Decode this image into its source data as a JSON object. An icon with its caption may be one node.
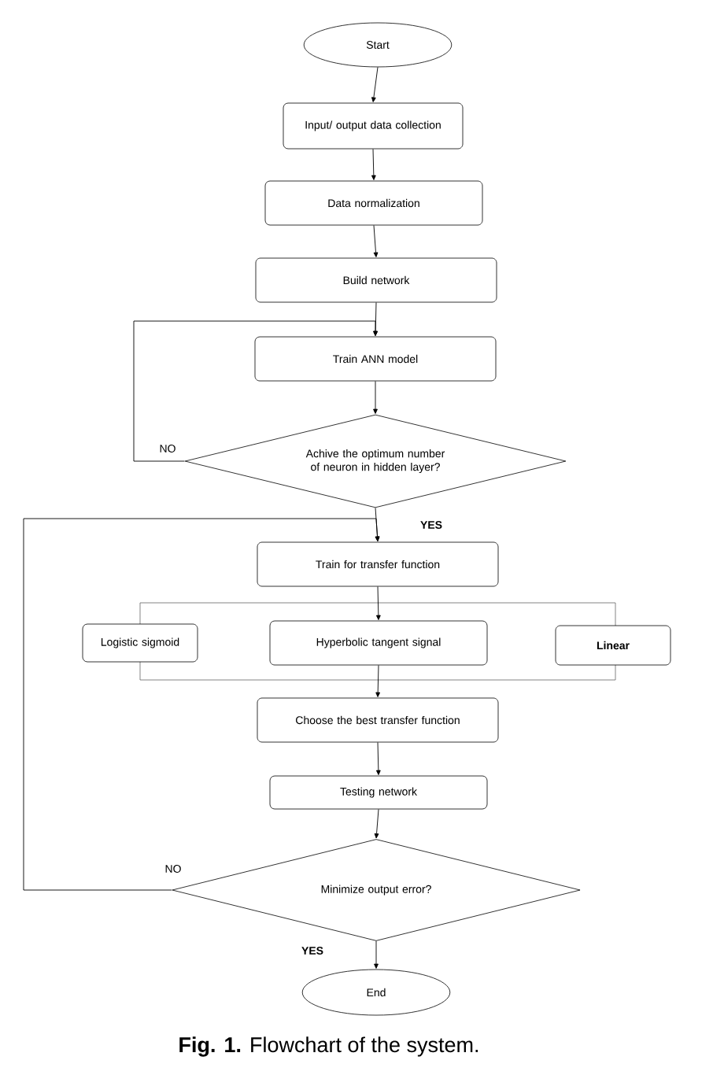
{
  "diagram": {
    "caption": "**Fig. 1.** Flowchart of the system.",
    "nodes": [
      {
        "text": [
          "Start"
        ]
      },
      {
        "text": [
          "Input/ output data collection"
        ]
      },
      {
        "text": [
          "Data normalization"
        ]
      },
      {
        "text": [
          "Build network"
        ]
      },
      {
        "text": [
          "Train ANN model"
        ]
      },
      {
        "text": [
          "Achive the optimum number of neuron in hidden layer?"
        ]
      },
      {
        "text": [
          "Train for transfer function"
        ]
      },
      {
        "text": [
          "Logistic sigmoid"
        ]
      },
      {
        "text": [
          "Hyperbolic tangent signal"
        ]
      },
      {
        "text": [
          "Linear"
        ]
      },
      {
        "text": [
          "Choose the best transfer function"
        ]
      },
      {
        "text": [
          "Testing network"
        ]
      },
      {
        "text": [
          "Minimize output error?"
        ]
      },
      {
        "text": [
          "End"
        ]
      }
    ],
    "edges": [
      {
        "from": 0,
        "to": 1,
        "arrow": "to"
      },
      {
        "from": 1,
        "to": 2,
        "arrow": "to"
      },
      {
        "from": 2,
        "to": 3,
        "arrow": "to"
      },
      {
        "from": 3,
        "to": 4,
        "arrow": "to"
      },
      {
        "from": 4,
        "to": 5,
        "arrow": "to"
      },
      {
        "from": 5,
        "to": 4,
        "arrow": "to",
        "label": "NO"
      },
      {
        "from": 5,
        "to": 6,
        "arrow": "to",
        "label": "YES"
      },
      {
        "from": 6,
        "to": 8,
        "arrow": "to"
      },
      {
        "from": 8,
        "to": 10,
        "arrow": "to"
      },
      {
        "from": 10,
        "to": 11,
        "arrow": "to"
      },
      {
        "from": 11,
        "to": 12,
        "arrow": "to"
      },
      {
        "from": 12,
        "to": 6,
        "arrow": "to",
        "label": "NO"
      },
      {
        "from": 12,
        "to": 13,
        "arrow": "to",
        "label": "YES"
      }
    ]
  }
}
